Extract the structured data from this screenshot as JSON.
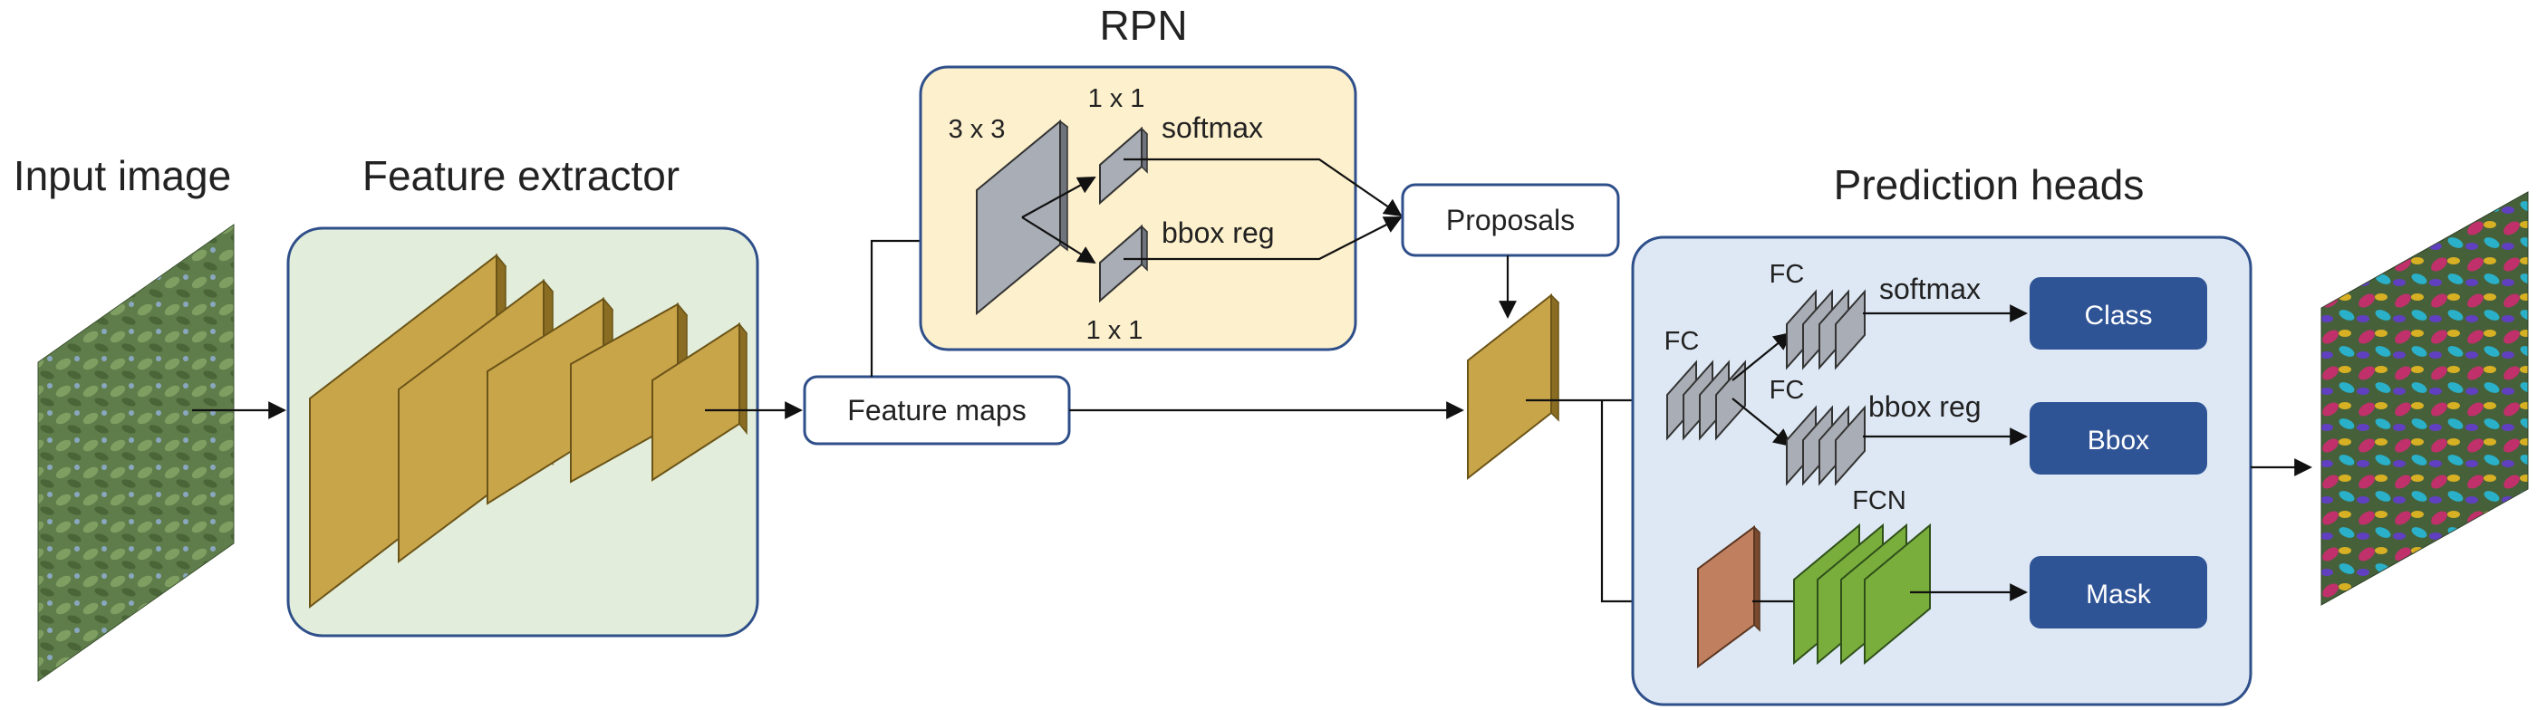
{
  "titles": {
    "input": "Input image",
    "feature_extractor": "Feature extractor",
    "rpn": "RPN",
    "prediction_heads": "Prediction heads"
  },
  "rpn": {
    "conv_label": "3 x 3",
    "cls_label": "1 x 1",
    "reg_label": "1 x 1",
    "softmax": "softmax",
    "bbox_reg": "bbox reg"
  },
  "nodes": {
    "feature_maps": "Feature maps",
    "proposals": "Proposals"
  },
  "heads": {
    "fc_label": "FC",
    "fc_cls_label": "FC",
    "fc_reg_label": "FC",
    "softmax": "softmax",
    "bbox_reg": "bbox reg",
    "fcn_label": "FCN",
    "class_button": "Class",
    "bbox_button": "Bbox",
    "mask_button": "Mask"
  },
  "colors": {
    "extractor_bg": "#e2eedb",
    "rpn_bg": "#fdf0cc",
    "heads_bg": "#dde8f4",
    "box_border": "#2f4f8a",
    "output_button": "#2f5496",
    "feature_gold": "#c9a54a",
    "fc_gray": "#a9adb5",
    "roi_brown": "#c08060",
    "fcn_green": "#7aae3c"
  },
  "icons": {
    "input_image": "leaf-photo-icon",
    "output_image": "segmented-leaf-photo-icon"
  }
}
